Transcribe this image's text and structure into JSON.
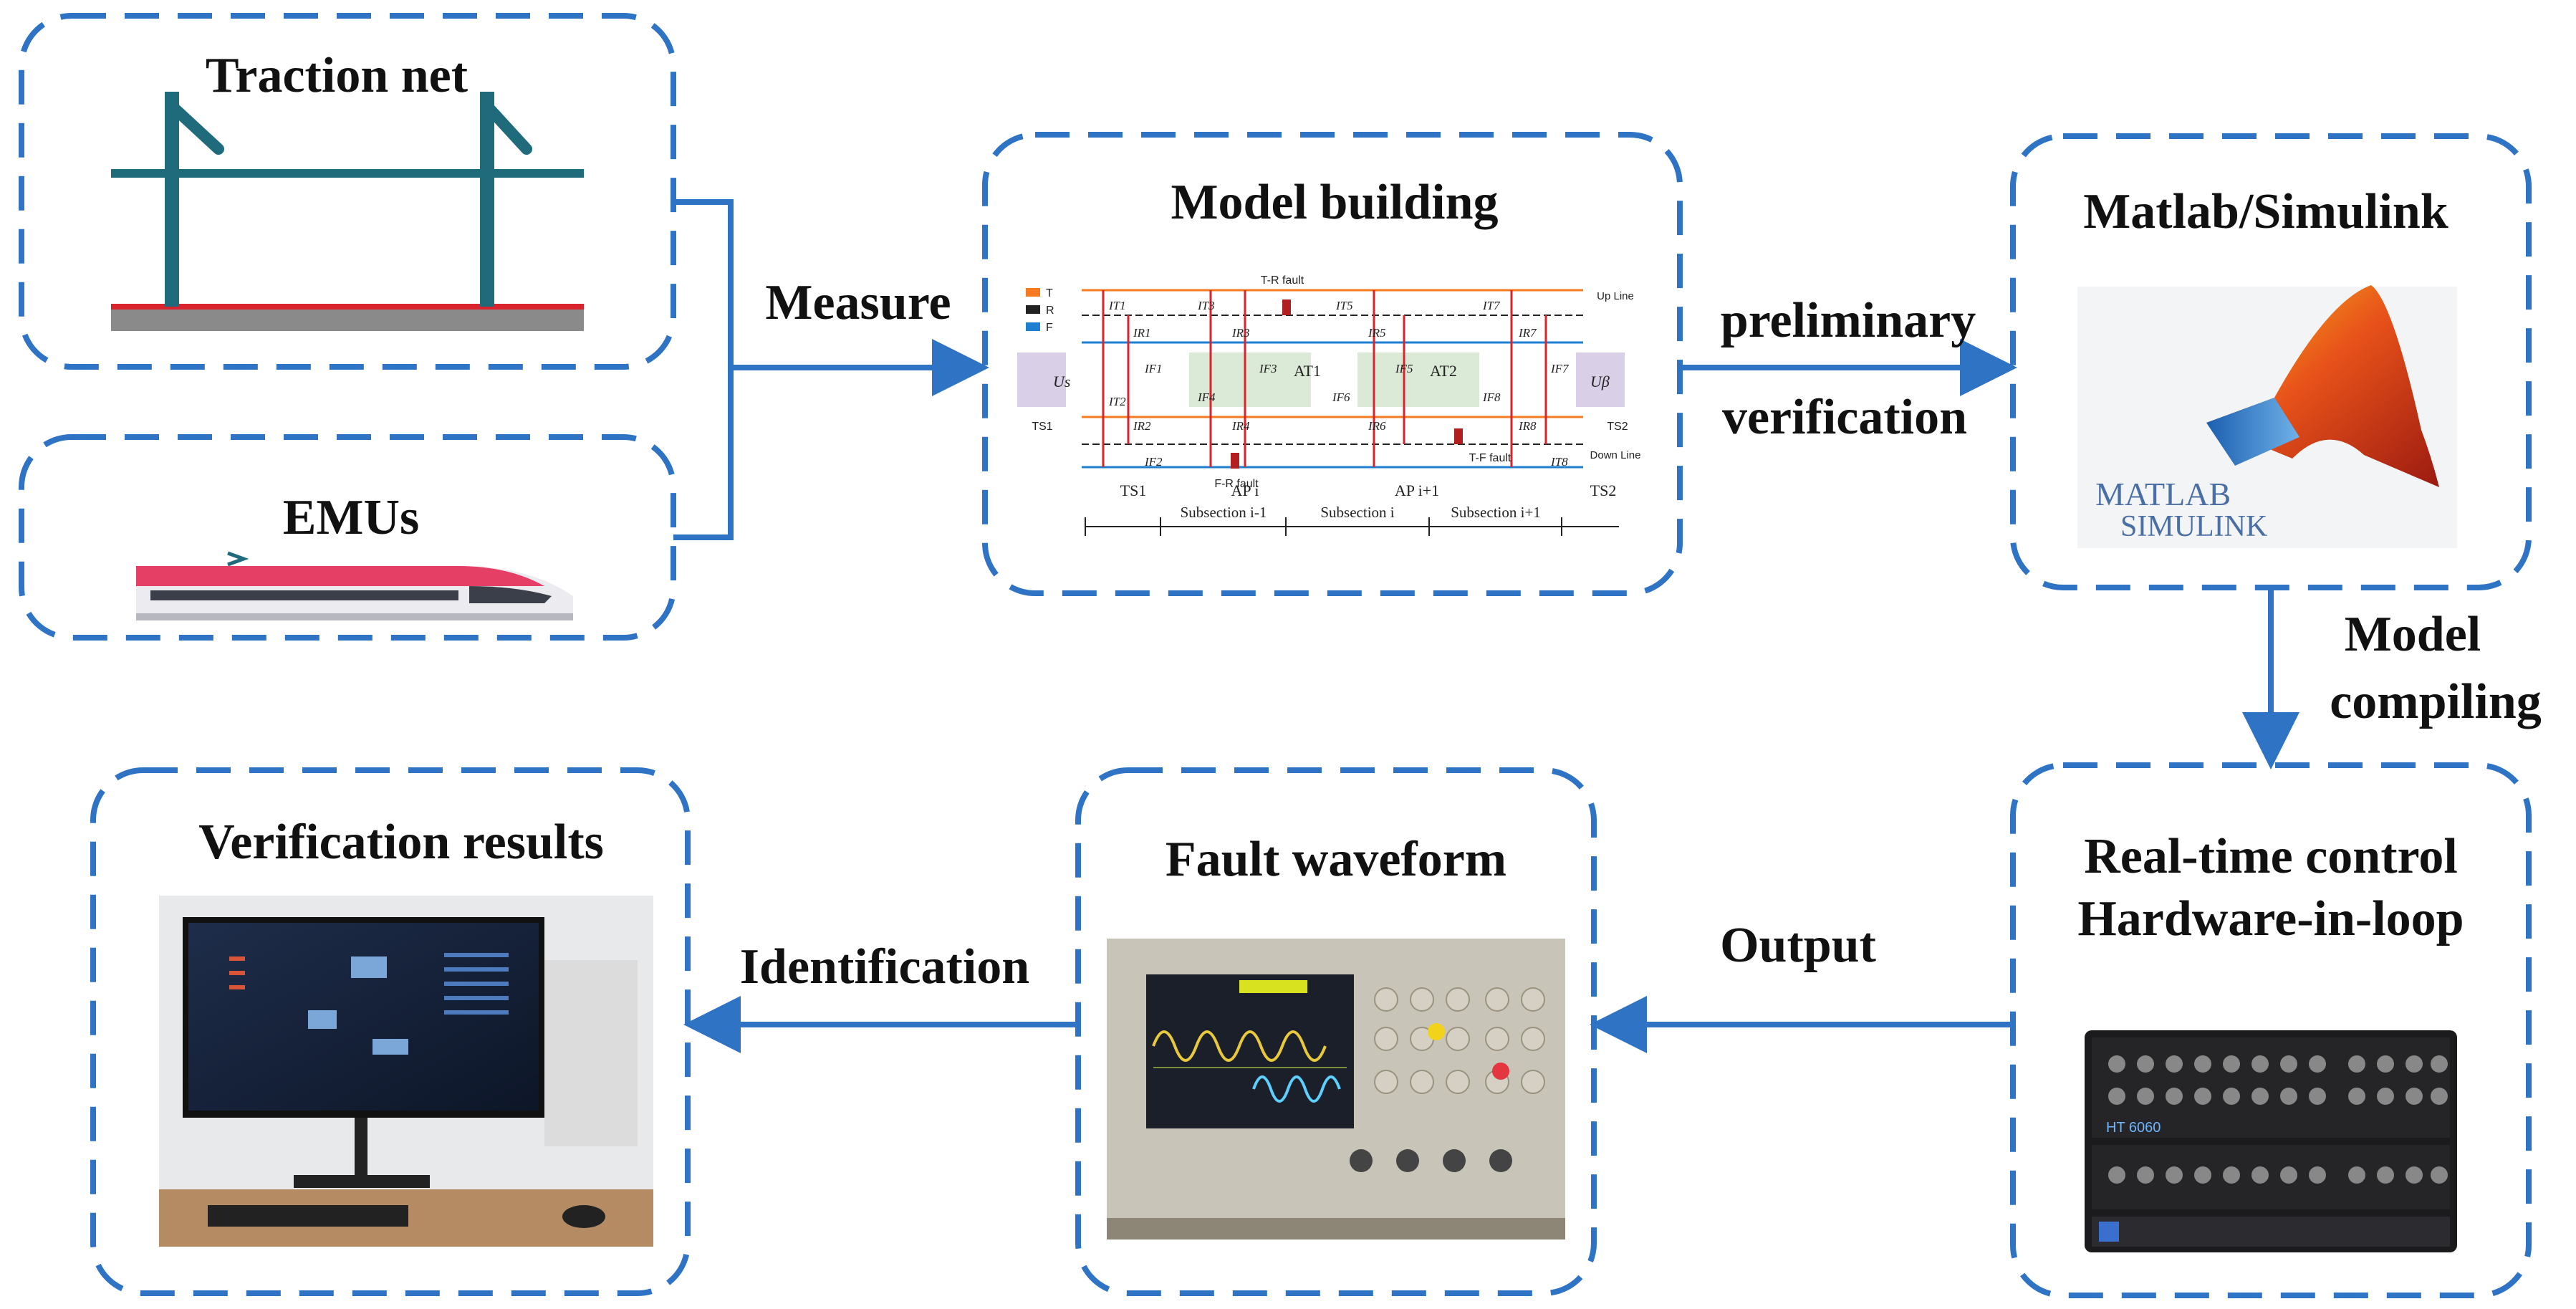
{
  "colors": {
    "box_border": "#2f73c4",
    "arrow": "#2f73c4",
    "mast": "#1f6b7c",
    "rail_red": "#d9232d",
    "ground_gray": "#8a8a8a"
  },
  "nodes": {
    "traction_net": {
      "title": "Traction net",
      "icon": "catenary-mast-icon"
    },
    "emus": {
      "title": "EMUs",
      "icon": "high-speed-train-icon"
    },
    "model_building": {
      "title": "Model building",
      "schematic": {
        "legend": [
          "T",
          "R",
          "F"
        ],
        "line_labels": {
          "up": "Up Line",
          "down": "Down Line"
        },
        "station_labels": [
          "TS1",
          "TS2"
        ],
        "bottom_labels": [
          "TS1",
          "AP i",
          "AP i+1",
          "TS2"
        ],
        "subsections": [
          "Subsection i-1",
          "Subsection i",
          "Subsection i+1"
        ],
        "transformers": [
          "AT1",
          "AT2"
        ],
        "sources": [
          "Us",
          "Uβ"
        ],
        "faults": [
          "T-R fault",
          "F-R fault",
          "T-F fault"
        ],
        "currents": [
          "IT1",
          "IT2",
          "IR1",
          "IR2",
          "IF1",
          "IF2",
          "IT3",
          "IR3",
          "IF3",
          "IF4",
          "IR4",
          "IF5",
          "IT5",
          "IR5",
          "IF6",
          "IR6",
          "IT7",
          "IR7",
          "IF7",
          "IF8",
          "IR8",
          "IT8"
        ]
      }
    },
    "matlab": {
      "title": "Matlab/Simulink",
      "logo_text_1": "MATLAB",
      "logo_text_2": "SIMULINK",
      "icon": "matlab-membrane-icon"
    },
    "realtime": {
      "title_line1": "Real-time control",
      "title_line2": "Hardware-in-loop",
      "icon": "hil-simulator-rack-icon",
      "device_label": "HT 6060"
    },
    "fault_waveform": {
      "title": "Fault waveform",
      "icon": "oscilloscope-icon"
    },
    "verification": {
      "title": "Verification results",
      "icon": "monitor-dashboard-icon"
    }
  },
  "edges": {
    "measure": "Measure",
    "prelim_1": "preliminary",
    "prelim_2": "verification",
    "compile_1": "Model",
    "compile_2": "compiling",
    "output": "Output",
    "identification": "Identification"
  }
}
